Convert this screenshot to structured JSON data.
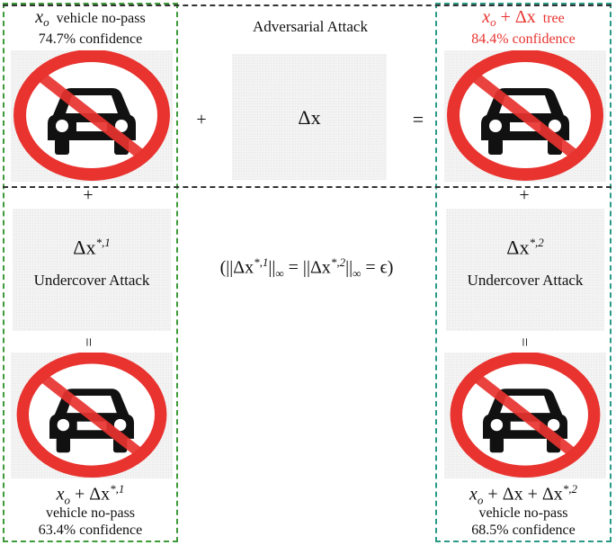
{
  "left_top": {
    "var": "x",
    "sub": "o",
    "label": "vehicle no-pass",
    "confidence": "74.7% confidence"
  },
  "adversarial": {
    "title": "Adversarial Attack",
    "delta": "Δx",
    "plus": "+",
    "equals": "="
  },
  "right_top": {
    "expr_var": "x",
    "expr_sub": "o",
    "expr_rest": " + Δx",
    "label": "tree",
    "confidence": "84.4% confidence",
    "color": "#e8332f"
  },
  "connectors": {
    "plus_left": "+",
    "plus_right": "+",
    "eq_left": "=",
    "eq_right": "="
  },
  "undercover_left": {
    "delta": "Δx",
    "sup": "*,1",
    "title": "Undercover Attack"
  },
  "undercover_right": {
    "delta": "Δx",
    "sup": "*,2",
    "title": "Undercover Attack"
  },
  "norm_equation": {
    "open": "(||Δx",
    "sup1": "*,1",
    "mid": "||",
    "sub1": "∞",
    "eq1": " = ||Δx",
    "sup2": "*,2",
    "mid2": "||",
    "sub2": "∞",
    "tail": " = ϵ)"
  },
  "left_bottom": {
    "expr_var": "x",
    "expr_sub": "o",
    "expr_rest": " + Δx",
    "expr_sup": "*,1",
    "label": "vehicle no-pass",
    "confidence": "63.4% confidence"
  },
  "right_bottom": {
    "expr_var": "x",
    "expr_sub": "o",
    "expr_rest": " + Δx + Δx",
    "expr_sup": "*,2",
    "label": "vehicle no-pass",
    "confidence": "68.5% confidence"
  },
  "colors": {
    "sign_red": "#e8332f",
    "green_border": "#3f9a3a",
    "teal_border": "#2a9a86"
  }
}
